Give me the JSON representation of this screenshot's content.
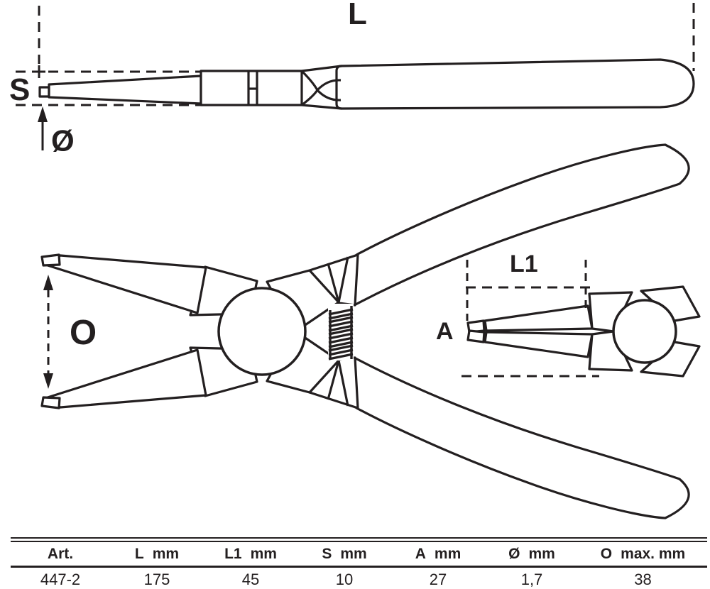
{
  "drawing": {
    "dimensions": {
      "total_length": "L",
      "tip_width": "S",
      "tip_diameter": "Ø",
      "max_opening": "O",
      "jaw_length": "L1",
      "jaw_detail": "A"
    }
  },
  "table": {
    "columns": [
      {
        "label": "Art.",
        "unit": ""
      },
      {
        "label": "L",
        "unit": "mm"
      },
      {
        "label": "L1",
        "unit": "mm"
      },
      {
        "label": "S",
        "unit": "mm"
      },
      {
        "label": "A",
        "unit": "mm"
      },
      {
        "label": "Ø",
        "unit": "mm"
      },
      {
        "label": "O",
        "unit": "max. mm"
      }
    ],
    "values": [
      "447-2",
      "175",
      "45",
      "10",
      "27",
      "1,7",
      "38"
    ]
  },
  "colors": {
    "ink": "#231f20",
    "background": "#ffffff"
  }
}
